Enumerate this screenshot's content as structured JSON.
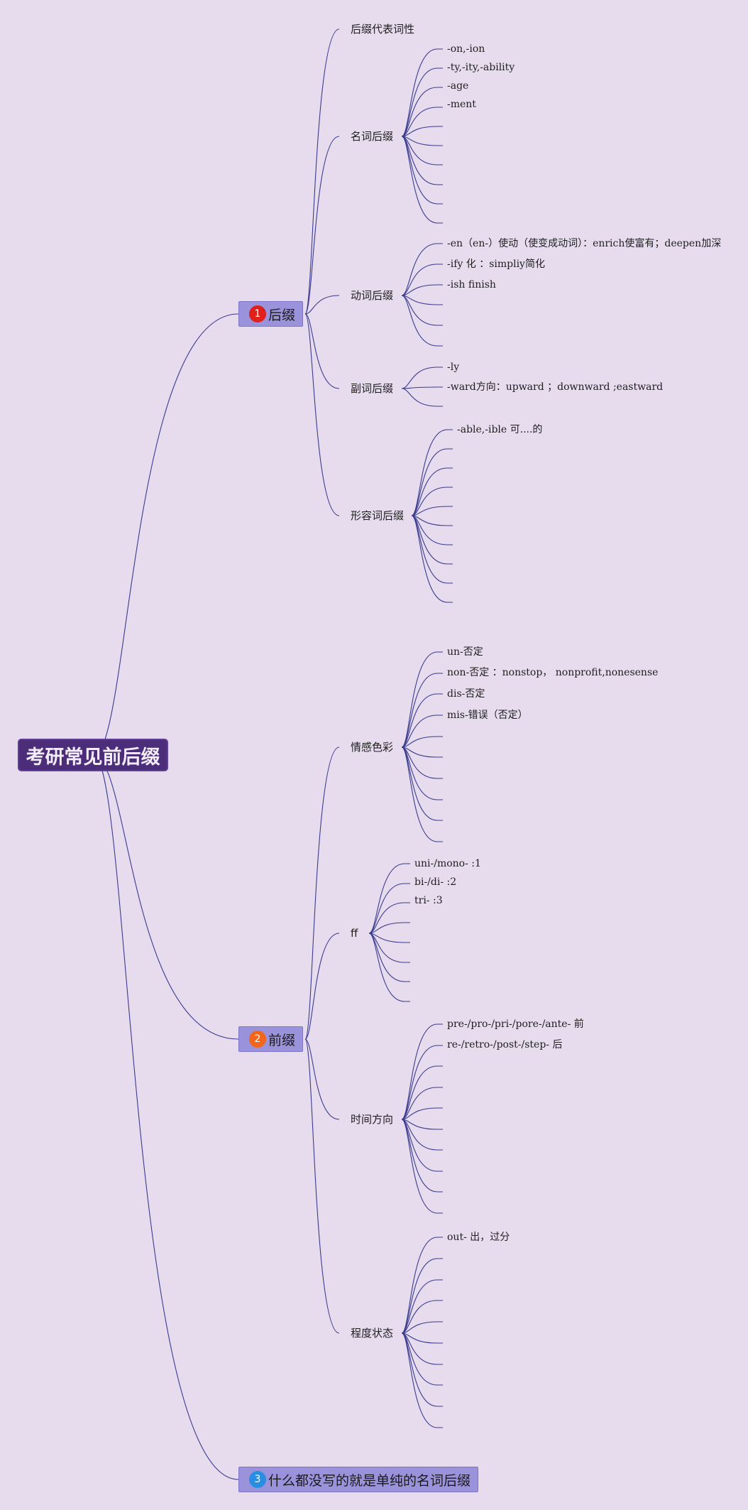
{
  "root": {
    "title": "考研常见前后缀"
  },
  "colors": {
    "line": "#3b3b8f",
    "badge_1": "#e0201a",
    "badge_2": "#f0661a",
    "badge_3": "#2a8ee0"
  },
  "branches": [
    {
      "number": "1",
      "title": "后缀",
      "children": [
        {
          "title": "后缀代表词性",
          "leaves": []
        },
        {
          "title": "名词后缀",
          "leaves": [
            "-on,-ion",
            "-ty,-ity,-ability",
            "-age",
            "-ment",
            "",
            "",
            "",
            "",
            "",
            ""
          ]
        },
        {
          "title": "动词后缀",
          "leaves": [
            "-en（en-）使动（使变成动词）：enrich使富有；deepen加深",
            "-ify 化 ：simpliy简化",
            "-ish finish",
            "",
            "",
            ""
          ]
        },
        {
          "title": "副词后缀",
          "leaves": [
            "-ly",
            "-ward方向：upward ；downward ;eastward",
            ""
          ]
        },
        {
          "title": "形容词后缀",
          "leaves": [
            "-able,-ible 可....的",
            "",
            "",
            "",
            "",
            "",
            "",
            "",
            "",
            ""
          ]
        }
      ]
    },
    {
      "number": "2",
      "title": "前缀",
      "children": [
        {
          "title": "情感色彩",
          "leaves": [
            "un-否定",
            "non-否定 ：nonstop， nonprofit,nonesense",
            "dis-否定",
            "mis-错误（否定）",
            "",
            "",
            "",
            "",
            "",
            ""
          ]
        },
        {
          "title": "ff",
          "leaves": [
            "uni-/mono- :1",
            "bi-/di- :2",
            "tri- :3",
            "",
            "",
            "",
            "",
            ""
          ]
        },
        {
          "title": "时间方向",
          "leaves": [
            "pre-/pro-/pri-/pore-/ante- 前",
            "re-/retro-/post-/step- 后",
            "",
            "",
            "",
            "",
            "",
            "",
            "",
            ""
          ]
        },
        {
          "title": "程度状态",
          "leaves": [
            "out- 出，过分",
            "",
            "",
            "",
            "",
            "",
            "",
            "",
            "",
            ""
          ]
        }
      ]
    },
    {
      "number": "3",
      "title": "什么都没写的就是单纯的名词后缀",
      "children": []
    }
  ]
}
